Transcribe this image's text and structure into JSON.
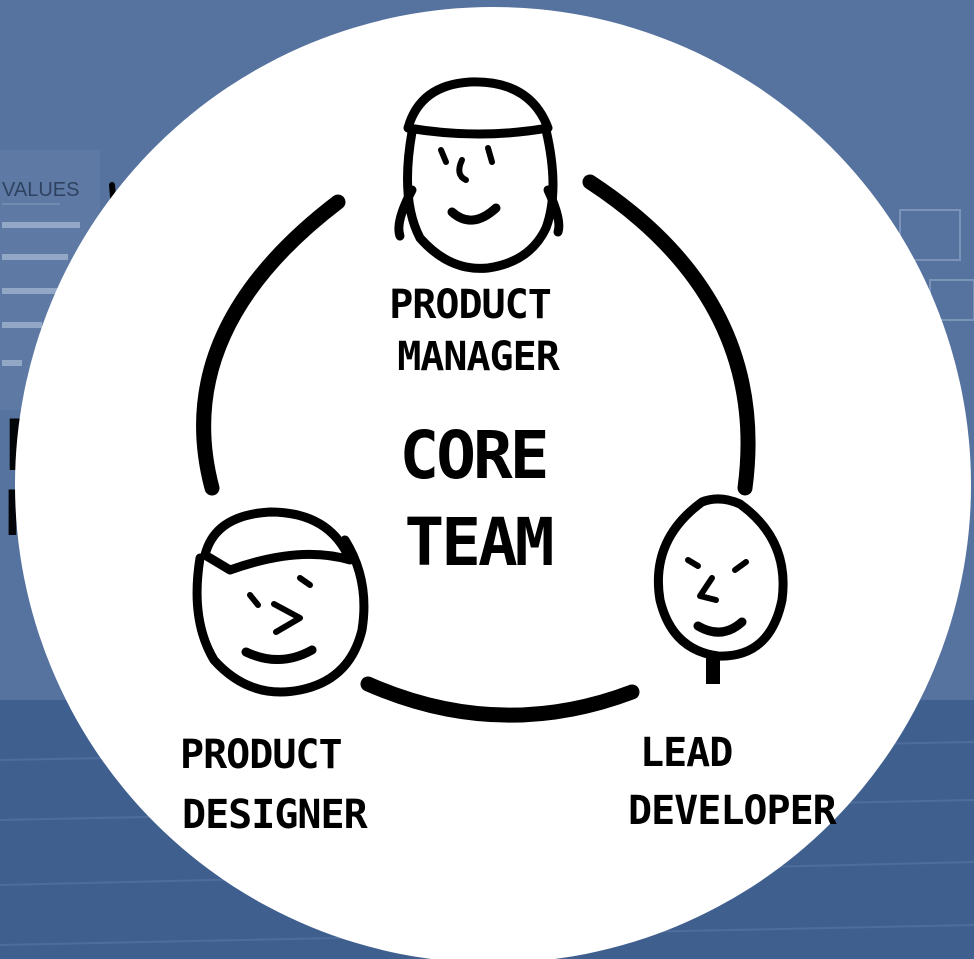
{
  "diagram": {
    "center_line1": "CORE",
    "center_line2": "TEAM",
    "roles": [
      {
        "line1": "PRODUCT",
        "line2": "MANAGER"
      },
      {
        "line1": "PRODUCT",
        "line2": "DESIGNER"
      },
      {
        "line1": "LEAD",
        "line2": "DEVELOPER"
      }
    ]
  },
  "background": {
    "panel_heading": "VALUES",
    "partial_word_1": "LE",
    "partial_word_2": "M"
  },
  "colors": {
    "background_blue": "#4f6f9e",
    "disc": "#ffffff",
    "ink": "#000000"
  }
}
